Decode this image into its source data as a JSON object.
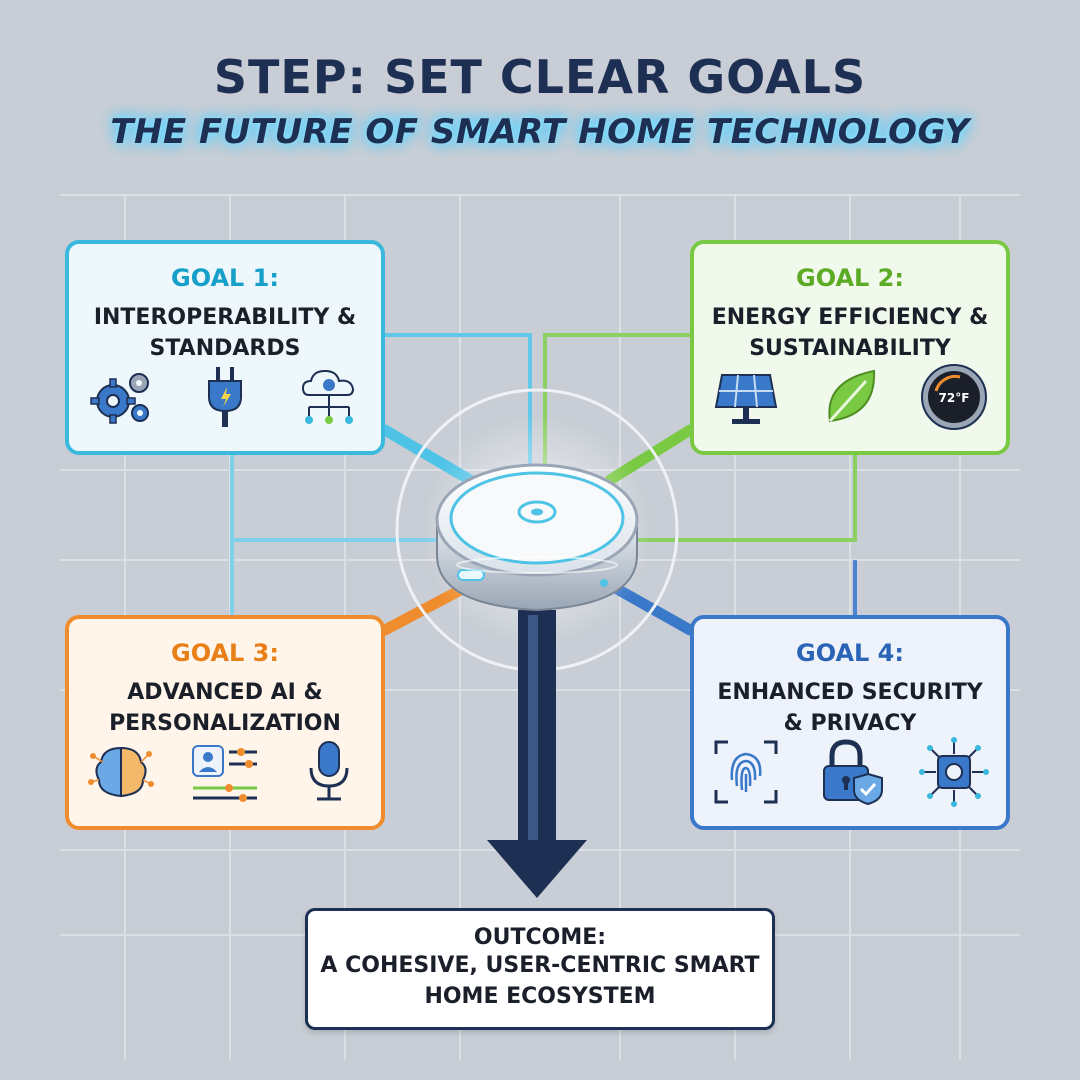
{
  "header": {
    "title": "STEP: SET CLEAR GOALS",
    "subtitle": "THE FUTURE OF SMART HOME TECHNOLOGY"
  },
  "goals": [
    {
      "label": "GOAL 1:",
      "text": "INTEROPERABILITY & STANDARDS",
      "color": "#3bb8dd",
      "icons": [
        "gears-icon",
        "plug-icon",
        "cloud-network-icon"
      ]
    },
    {
      "label": "GOAL 2:",
      "text": "ENERGY EFFICIENCY & SUSTAINABILITY",
      "color": "#7ac943",
      "icons": [
        "solar-panel-icon",
        "leaf-icon",
        "thermostat-icon"
      ],
      "thermostat_reading": "72°F"
    },
    {
      "label": "GOAL 3:",
      "text": "ADVANCED AI & PERSONALIZATION",
      "color": "#ef8d2e",
      "icons": [
        "brain-network-icon",
        "user-settings-icon",
        "microphone-icon"
      ]
    },
    {
      "label": "GOAL 4:",
      "text": "ENHANCED SECURITY & PRIVACY",
      "color": "#3a78c9",
      "icons": [
        "fingerprint-icon",
        "lock-shield-icon",
        "circuit-chip-icon"
      ]
    }
  ],
  "hub": {
    "icon": "smart-hub-icon"
  },
  "outcome": {
    "label": "OUTCOME:",
    "text": "A COHESIVE, USER-CENTRIC SMART HOME ECOSYSTEM"
  },
  "colors": {
    "background": "#c9ced6",
    "title": "#1d2f52",
    "arrow": "#1d2f52"
  }
}
